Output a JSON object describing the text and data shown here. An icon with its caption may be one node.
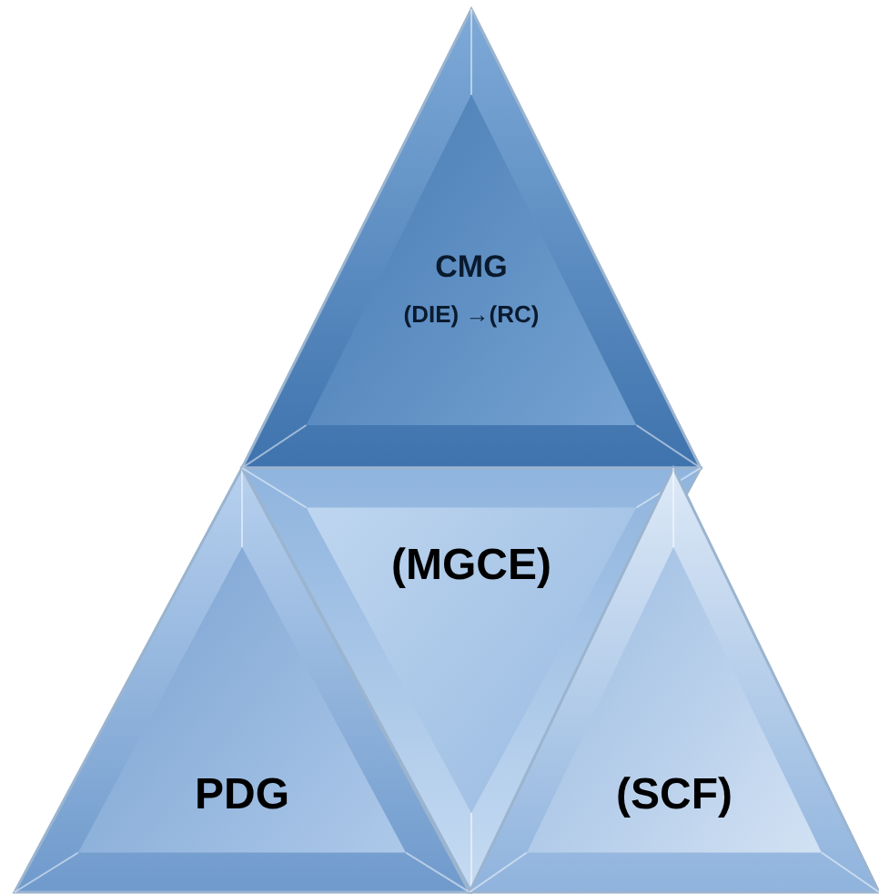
{
  "diagram": {
    "nodes": [
      {
        "text": [
          "CMG",
          "(DIE) →(RC)"
        ]
      },
      {
        "text": [
          "PDG"
        ]
      },
      {
        "text": [
          "(MGCE)"
        ]
      },
      {
        "text": [
          "(SCF)"
        ]
      }
    ]
  }
}
